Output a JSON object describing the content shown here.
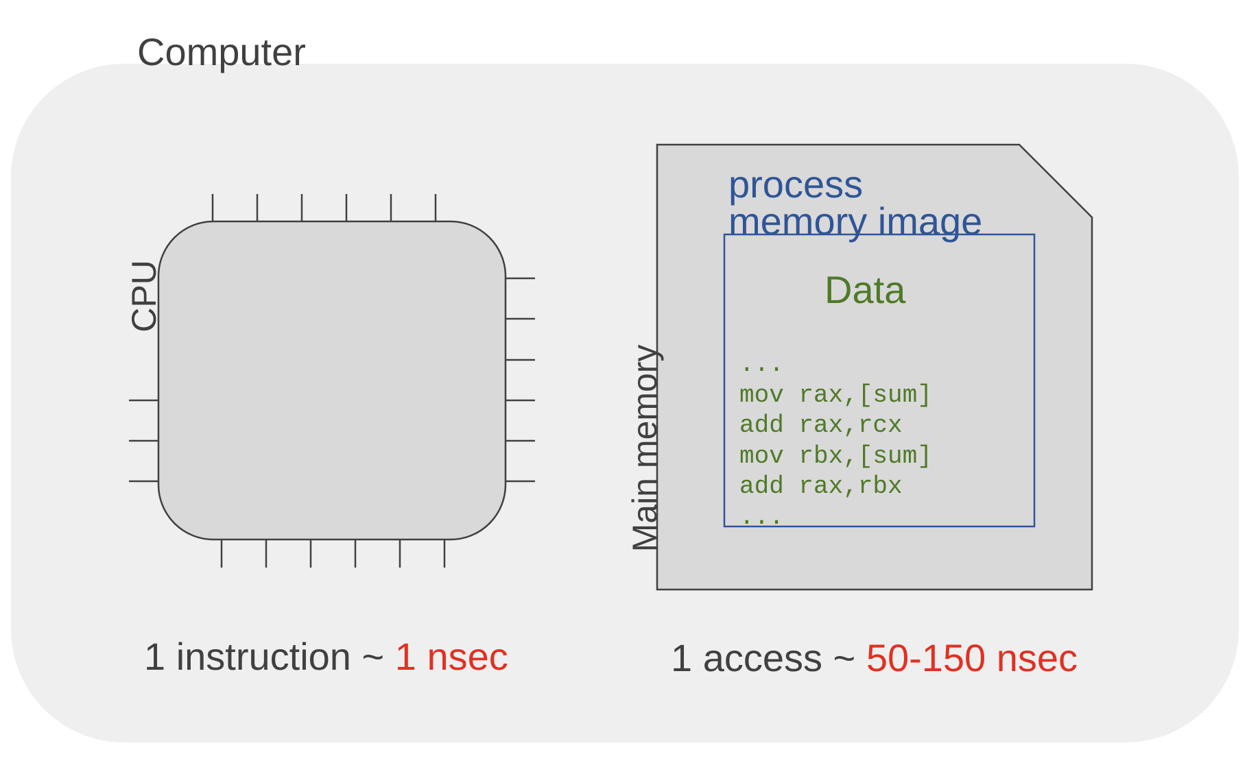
{
  "computer": {
    "title": "Computer"
  },
  "cpu": {
    "label": "CPU",
    "timing_prefix": "1 instruction ~ ",
    "timing_value": "1 nsec"
  },
  "memory": {
    "label": "Main memory",
    "process_title_line1": "process",
    "process_title_line2": "memory image",
    "data_title": "Data",
    "code_lines": [
      "...",
      "mov rax,[sum]",
      "add rax,rcx",
      "mov rbx,[sum]",
      "add rax,rbx",
      "..."
    ],
    "timing_prefix": "1 access ~ ",
    "timing_value": "50-150 nsec"
  },
  "colors": {
    "background_panel": "#efefef",
    "component_fill": "#d9d9d9",
    "outline": "#404040",
    "process_blue": "#2f5597",
    "data_green": "#4f7a28",
    "highlight_red": "#e03123"
  }
}
